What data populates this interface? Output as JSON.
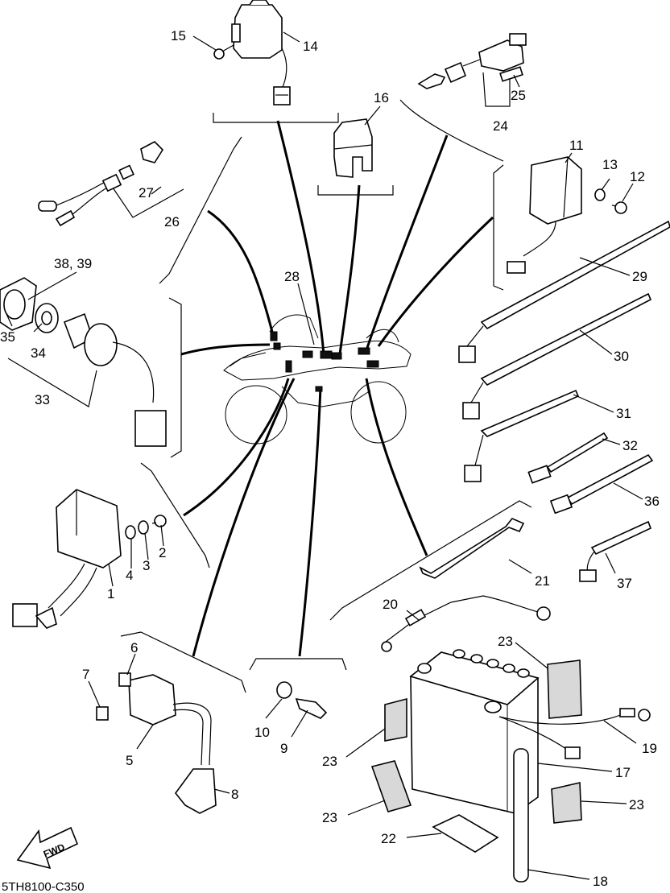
{
  "callouts": {
    "c1": "1",
    "c2": "2",
    "c3": "3",
    "c4": "4",
    "c5": "5",
    "c6": "6",
    "c7": "7",
    "c8": "8",
    "c9": "9",
    "c10": "10",
    "c11": "11",
    "c12": "12",
    "c13": "13",
    "c14": "14",
    "c15": "15",
    "c16": "16",
    "c17": "17",
    "c18": "18",
    "c19": "19",
    "c20": "20",
    "c21": "21",
    "c22": "22",
    "c24": "24",
    "c25": "25",
    "c26": "26",
    "c27": "27",
    "c28": "28",
    "c29": "29",
    "c30": "30",
    "c31": "31",
    "c32": "32",
    "c33": "33",
    "c34": "34",
    "c35": "35",
    "c36": "36",
    "c37": "37",
    "c38_39": "38, 39",
    "c23": [
      "23",
      "23",
      "23",
      "23"
    ]
  },
  "fwd_arrow_label": "FWD",
  "diagram_code": "5TH8100-C350"
}
